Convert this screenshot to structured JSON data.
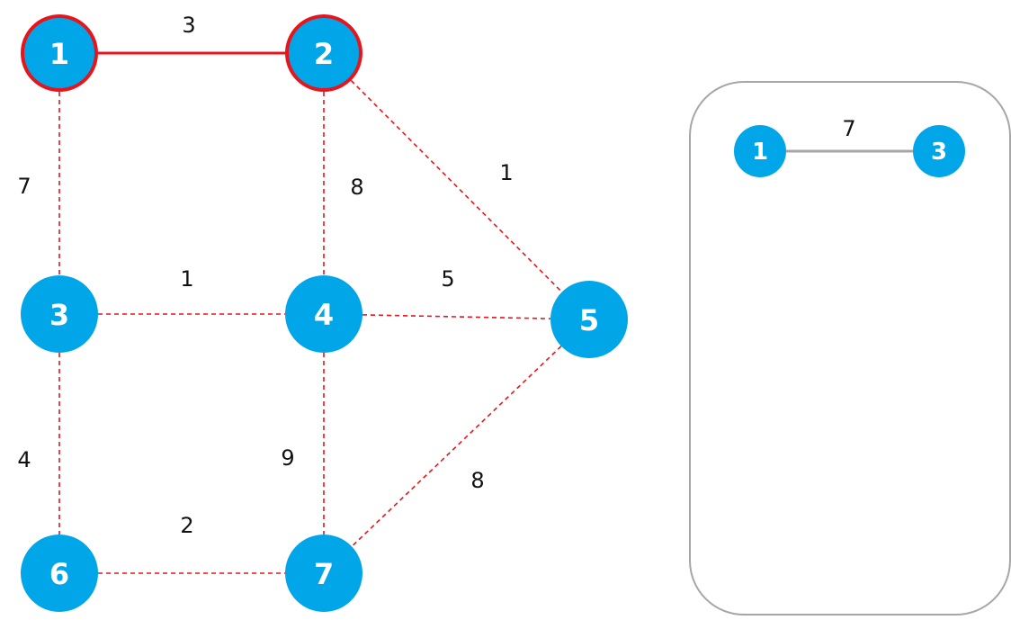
{
  "colors": {
    "node_fill": "#00a6e8",
    "highlight_stroke": "#e8141c",
    "edge_dashed": "#e8141c",
    "edge_solid": "#e8141c",
    "panel_stroke": "#a6a6a6",
    "panel_edge": "#a6a6a6",
    "label_text": "#111111",
    "node_text": "#ffffff"
  },
  "graph": {
    "nodes": [
      {
        "id": "1",
        "label": "1",
        "highlighted": true
      },
      {
        "id": "2",
        "label": "2",
        "highlighted": true
      },
      {
        "id": "3",
        "label": "3",
        "highlighted": false
      },
      {
        "id": "4",
        "label": "4",
        "highlighted": false
      },
      {
        "id": "5",
        "label": "5",
        "highlighted": false
      },
      {
        "id": "6",
        "label": "6",
        "highlighted": false
      },
      {
        "id": "7",
        "label": "7",
        "highlighted": false
      }
    ],
    "edges": [
      {
        "from": "1",
        "to": "2",
        "weight": "3",
        "style": "solid"
      },
      {
        "from": "1",
        "to": "3",
        "weight": "7",
        "style": "dashed"
      },
      {
        "from": "2",
        "to": "4",
        "weight": "8",
        "style": "dashed"
      },
      {
        "from": "2",
        "to": "5",
        "weight": "1",
        "style": "dashed"
      },
      {
        "from": "3",
        "to": "4",
        "weight": "1",
        "style": "dashed"
      },
      {
        "from": "4",
        "to": "5",
        "weight": "5",
        "style": "dashed"
      },
      {
        "from": "3",
        "to": "6",
        "weight": "4",
        "style": "dashed"
      },
      {
        "from": "4",
        "to": "7",
        "weight": "9",
        "style": "dashed"
      },
      {
        "from": "6",
        "to": "7",
        "weight": "2",
        "style": "dashed"
      },
      {
        "from": "5",
        "to": "7",
        "weight": "8",
        "style": "dashed"
      }
    ]
  },
  "panel": {
    "nodes": [
      {
        "id": "1",
        "label": "1"
      },
      {
        "id": "3",
        "label": "3"
      }
    ],
    "edges": [
      {
        "from": "1",
        "to": "3",
        "weight": "7"
      }
    ]
  }
}
